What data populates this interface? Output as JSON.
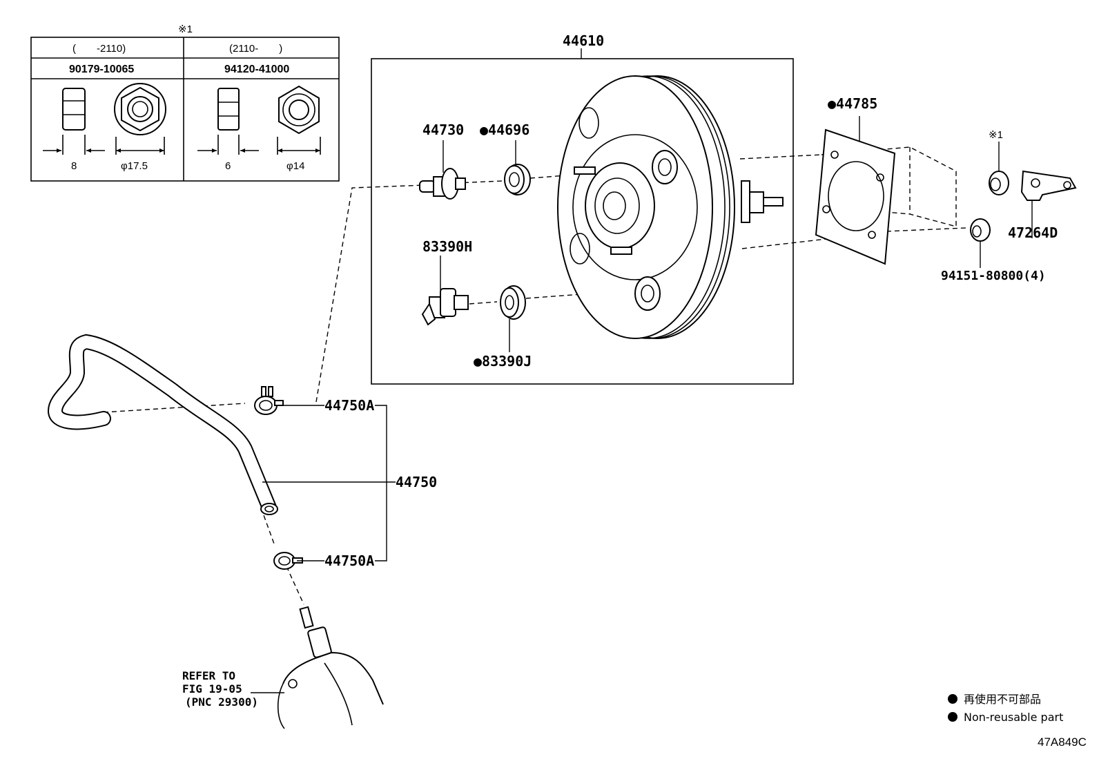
{
  "table": {
    "mark": "※1",
    "col1_range": "(　　-2110)",
    "col2_range": "(2110-　　)",
    "col1_part": "90179-10065",
    "col2_part": "94120-41000",
    "col1_dim_a": "8",
    "col1_dim_b": "φ17.5",
    "col2_dim_a": "6",
    "col2_dim_b": "φ14"
  },
  "labels": {
    "booster": "44610",
    "p44730": "44730",
    "p44696": "●44696",
    "p83390h": "83390H",
    "p83390j": "●83390J",
    "p44785": "●44785",
    "mark1": "※1",
    "p47264d": "47264D",
    "p94151": "94151-80800(4)",
    "p44750a_top": "44750A",
    "p44750": "44750",
    "p44750a_bottom": "44750A",
    "refer_line1": "REFER TO",
    "refer_line2": "FIG 19-05",
    "refer_line3": "(PNC 29300)"
  },
  "legend": {
    "jp": "再使用不可部品",
    "en": "Non-reusable part"
  },
  "figure_id": "47A849C"
}
